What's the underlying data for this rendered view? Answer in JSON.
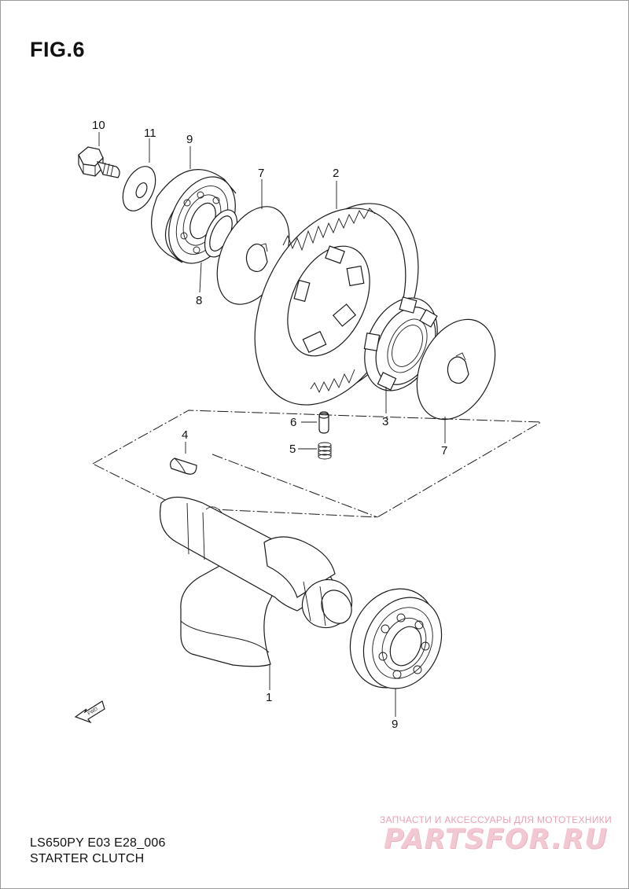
{
  "figure": {
    "title": "FIG.6",
    "model_code": "LS650PY E03 E28_006",
    "caption": "STARTER CLUTCH",
    "direction_marker": "FWD"
  },
  "callouts": [
    {
      "id": "c10",
      "text": "10"
    },
    {
      "id": "c11",
      "text": "11"
    },
    {
      "id": "c9a",
      "text": "9"
    },
    {
      "id": "c7a",
      "text": "7"
    },
    {
      "id": "c2",
      "text": "2"
    },
    {
      "id": "c8",
      "text": "8"
    },
    {
      "id": "c6",
      "text": "6"
    },
    {
      "id": "c3",
      "text": "3"
    },
    {
      "id": "c4",
      "text": "4"
    },
    {
      "id": "c5",
      "text": "5"
    },
    {
      "id": "c7b",
      "text": "7"
    },
    {
      "id": "c1",
      "text": "1"
    },
    {
      "id": "c9b",
      "text": "9"
    }
  ],
  "watermark": {
    "tagline": "ЗАПЧАСТИ И АКСЕССУАРЫ ДЛЯ МОТОТЕХНИКИ",
    "brand": "PARTSFOR.RU"
  },
  "colors": {
    "line": "#1a1a1a",
    "background": "#ffffff",
    "watermark": "#e7a3b1"
  }
}
